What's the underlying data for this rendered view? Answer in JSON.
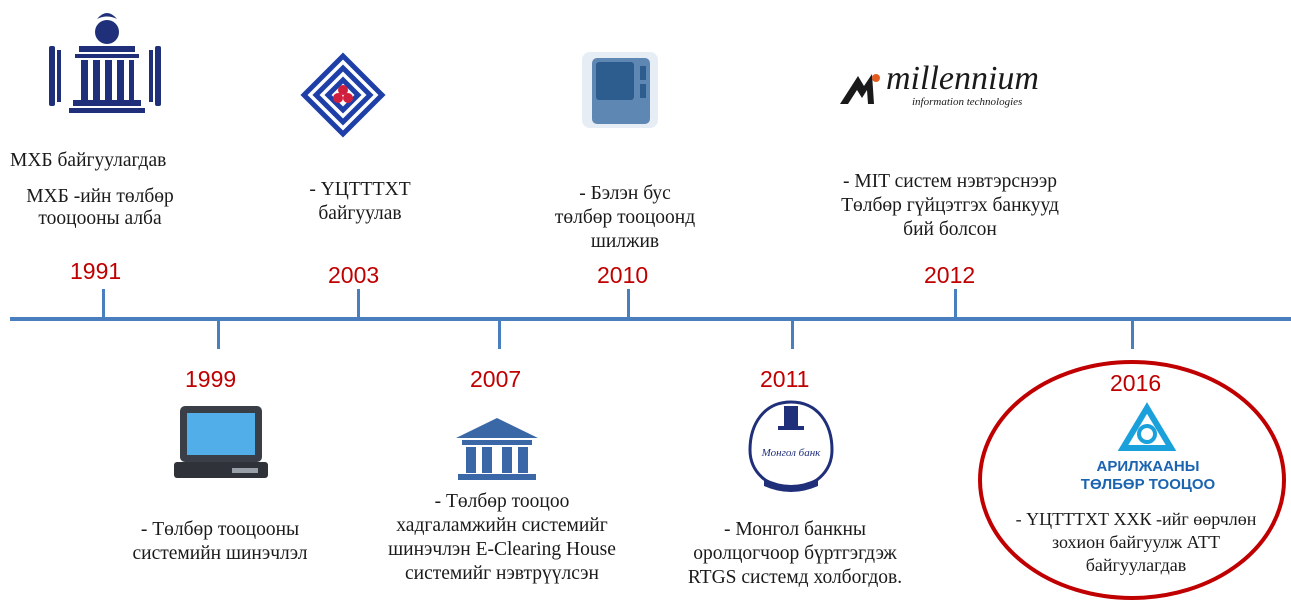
{
  "colors": {
    "axis": "#4a7fbf",
    "year": "#c00000",
    "highlight": "#c00000"
  },
  "events": [
    {
      "year": "1991",
      "lines": [
        "МХБ байгуулагдав",
        "МХБ -ийн төлбөр",
        "тооцооны алба"
      ],
      "icon": "mongolbank-building-logo"
    },
    {
      "year": "1999",
      "lines": [
        "- Төлбөр тооцооны",
        "системийн шинэчлэл"
      ],
      "icon": "laptop-icon"
    },
    {
      "year": "2003",
      "lines": [
        "- ҮЦТТТХТ",
        "байгуулав"
      ],
      "icon": "diamond-logo"
    },
    {
      "year": "2007",
      "lines": [
        "- Төлбөр тооцоо",
        "хадгаламжийн системийг",
        "шинэчлэн E-Clearing House",
        "системийг нэвтрүүлсэн"
      ],
      "icon": "bank-building-icon"
    },
    {
      "year": "2010",
      "lines": [
        "- Бэлэн бус",
        "төлбөр тооцоонд",
        "шилжив"
      ],
      "icon": "card-terminal-icon"
    },
    {
      "year": "2011",
      "lines": [
        "- Монгол банкны",
        "оролцогчоор бүртгэгдэж",
        "RTGS системд холбогдов."
      ],
      "icon": "mongolbank-seal-logo"
    },
    {
      "year": "2012",
      "lines": [
        "- MIT систем нэвтэрснээр",
        "Төлбөр гүйцэтгэх банкууд",
        "бий болсон"
      ],
      "icon": "millennium-logo"
    },
    {
      "year": "2016",
      "lines": [
        "- ҮЦТТТХТ ХХК -ийг өөрчлөн",
        "зохион байгуулж АТТ",
        "байгуулагдав"
      ],
      "icon": "att-logo"
    }
  ],
  "logos": {
    "millennium_name": "millennium",
    "millennium_sub": "information technologies",
    "att_line1": "АРИЛЖААНЫ",
    "att_line2": "ТӨЛБӨР ТООЦОО",
    "seal_text": "Монгол банк"
  }
}
